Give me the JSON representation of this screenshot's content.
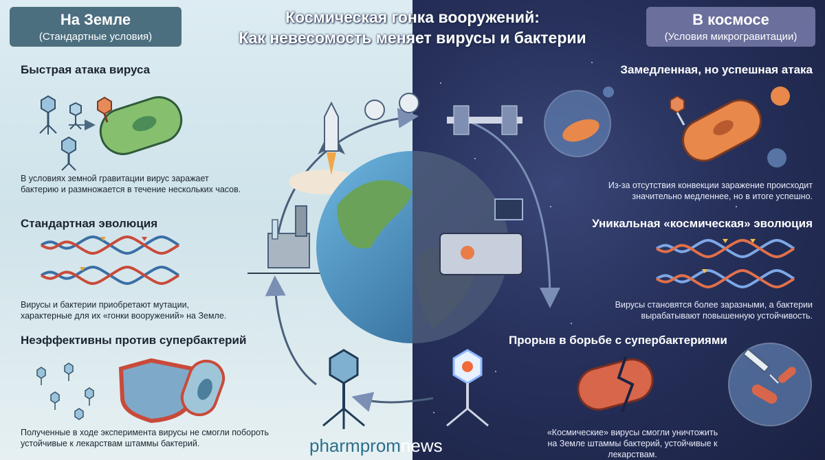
{
  "title": {
    "line1": "Космическая гонка вооружений:",
    "line2": "Как невесомость меняет вирусы и бактерии"
  },
  "left_header": {
    "title": "На Земле",
    "subtitle": "(Стандартные условия)"
  },
  "right_header": {
    "title": "В космосе",
    "subtitle": "(Условия микрогравитации)"
  },
  "left_sections": [
    {
      "heading": "Быстрая атака вируса",
      "caption_line1": "В условиях земной гравитации вирус заражает",
      "caption_line2": "бактерию и размножается в течение нескольких часов."
    },
    {
      "heading": "Стандартная эволюция",
      "caption_line1": "Вирусы и бактерии приобретают мутации,",
      "caption_line2": "характерные для их «гонки вооружений» на Земле."
    },
    {
      "heading": "Неэффективны против супербактерий",
      "caption_line1": "Полученные в ходе эксперимента вирусы не смогли побороть",
      "caption_line2": "устойчивые к лекарствам штаммы бактерий."
    }
  ],
  "right_sections": [
    {
      "heading": "Замедленная, но успешная атака",
      "caption_line1": "Из-за отсутствия конвекции заражение происходит",
      "caption_line2": "значительно медленнее, но в итоге успешно."
    },
    {
      "heading": "Уникальная «космическая» эволюция",
      "caption_line1": "Вирусы становятся более заразными, а бактерии",
      "caption_line2": "вырабатывают повышенную устойчивость."
    },
    {
      "heading": "Прорыв в борьбе с супербактериями",
      "caption_line1": "«Космические» вирусы смогли уничтожить",
      "caption_line2": "на Земле штаммы бактерий, устойчивые к лекарствам."
    }
  ],
  "logo": {
    "part1": "pharmprom",
    "part2": "news"
  },
  "colors": {
    "earth_bg": "#d6e8ee",
    "space_bg": "#26305a",
    "left_header_bg": "#4c6f80",
    "right_header_bg": "#6b6f9c",
    "bacteria_green": "#7dbb6a",
    "bacteria_orange": "#e8884a",
    "dna_blue": "#3a6ea5",
    "dna_red": "#c94a3a"
  },
  "icons": [
    "bacteriophage-icon",
    "bacterium-icon",
    "dna-helix-icon",
    "shield-icon",
    "rocket-icon",
    "space-station-icon",
    "globe-icon",
    "lab-equipment-icon",
    "syringe-icon",
    "petri-dish-icon",
    "cycle-arrow-icon"
  ]
}
